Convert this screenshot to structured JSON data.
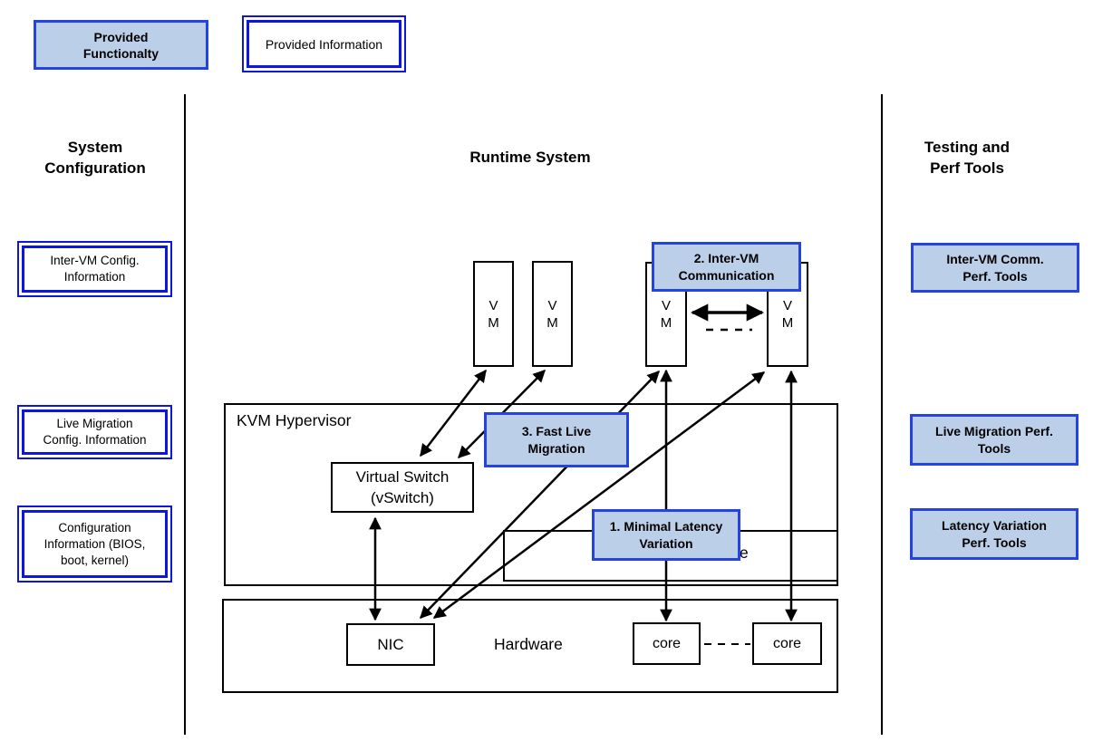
{
  "legend": {
    "functionality_label": "Provided Functionalty",
    "information_label": "Provided Information"
  },
  "left_column": {
    "heading": "System Configuration",
    "boxes": [
      {
        "label": "Inter-VM Config. Information"
      },
      {
        "label": "Live Migration Config. Information"
      },
      {
        "label": "Configuration Information (BIOS, boot, kernel)"
      }
    ]
  },
  "middle_column": {
    "heading": "Runtime System",
    "vm_letters": [
      "V",
      "M"
    ],
    "hypervisor_label": "KVM Hypervisor",
    "vswitch_label": "Virtual Switch (vSwitch)",
    "inner_box_partial_label": "e",
    "hardware_label": "Hardware",
    "nic_label": "NIC",
    "core_labels": [
      "core",
      "core"
    ],
    "callouts": [
      {
        "label": "1. Minimal Latency Variation"
      },
      {
        "label": "2. Inter-VM Communication"
      },
      {
        "label": "3. Fast Live Migration"
      }
    ]
  },
  "right_column": {
    "heading": "Testing and Perf Tools",
    "boxes": [
      {
        "label": "Inter-VM Comm. Perf. Tools"
      },
      {
        "label": "Live Migration Perf. Tools"
      },
      {
        "label": "Latency Variation Perf. Tools"
      }
    ]
  },
  "colors": {
    "callout_fill": "#bccfe9",
    "callout_border": "#2543e3",
    "info_border": "#0c16dd",
    "line_color": "#000000"
  }
}
